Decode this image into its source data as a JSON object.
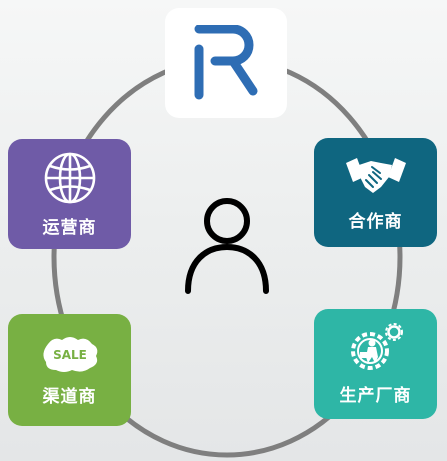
{
  "diagram": {
    "colors": {
      "ring": "#7f7f7f",
      "logo": "#2e6db4",
      "operator": "#6f5ba7",
      "partner": "#0f6680",
      "channel": "#78b043",
      "manufacturer": "#2eb6a6"
    },
    "center": {
      "icon": "user-icon"
    },
    "logo": {
      "icon": "r-logo-icon"
    },
    "nodes": {
      "operator": {
        "label": "运营商",
        "icon": "globe-icon"
      },
      "partner": {
        "label": "合作商",
        "icon": "handshake-icon"
      },
      "channel": {
        "label": "渠道商",
        "icon": "sale-badge-icon",
        "badge_text": "SALE"
      },
      "manufacturer": {
        "label": "生产厂商",
        "icon": "worker-gear-icon"
      }
    }
  }
}
